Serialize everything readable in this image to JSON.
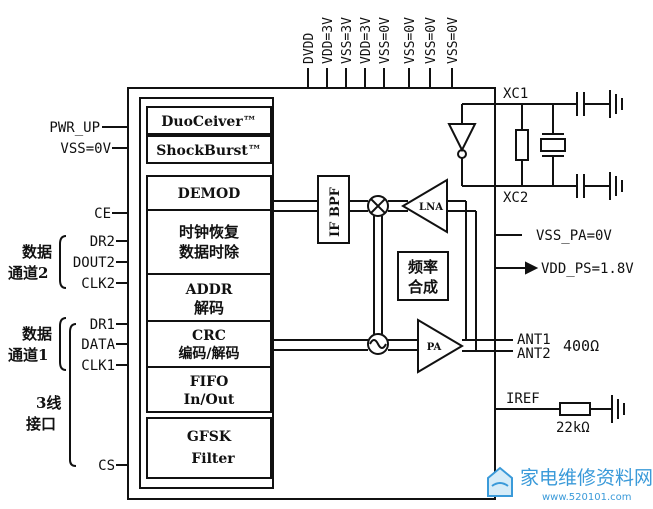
{
  "top_pins": [
    "DVDD",
    "VDD=3V",
    "VSS=3V",
    "VDD=3V",
    "VSS=0V",
    "VSS=0V",
    "VSS=0V",
    "VSS=0V"
  ],
  "left_pins": {
    "pwr_up": "PWR_UP",
    "vss": "VSS=0V",
    "ce": "CE",
    "dr2": "DR2",
    "dout2": "DOUT2",
    "clk2": "CLK2",
    "dr1": "DR1",
    "data": "DATA",
    "clk1": "CLK1",
    "cs": "CS"
  },
  "groups": {
    "ch2": [
      "数据",
      "通道2"
    ],
    "ch1": [
      "数据",
      "通道1"
    ],
    "iface": [
      "3线",
      "接口"
    ]
  },
  "blocks": {
    "duoceiver": "DuoCeiver™",
    "shockburst": "ShockBurst™",
    "demod": "DEMOD",
    "clock": [
      "时钟恢复",
      "数据时除"
    ],
    "addr": [
      "ADDR",
      "解码"
    ],
    "crc": [
      "CRC",
      "编码/解码"
    ],
    "fifo": [
      "FIFO",
      "In/Out"
    ],
    "gfsk": [
      "GFSK",
      "Filter"
    ],
    "if_bpf": "IF BPF",
    "synth": [
      "频率",
      "合成"
    ],
    "lna": "LNA",
    "pa": "PA"
  },
  "right_pins": {
    "xc1": "XC1",
    "xc2": "XC2",
    "vss_pa": "VSS_PA=0V",
    "vdd_ps": "VDD_PS=1.8V",
    "ant1": "ANT1",
    "ant2": "ANT2",
    "ant_impedance": "400Ω",
    "iref": "IREF",
    "iref_res": "22kΩ"
  },
  "watermark": {
    "text": "家电维修资料网",
    "url": "www.520101.com"
  }
}
